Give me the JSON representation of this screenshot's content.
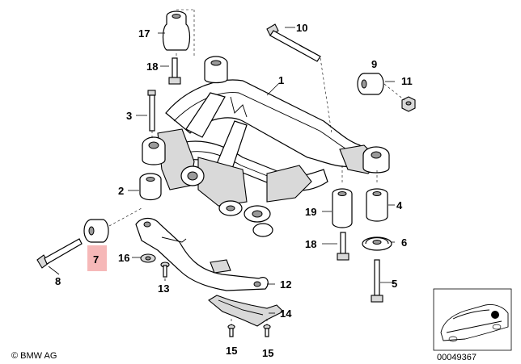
{
  "callouts": {
    "p1": "1",
    "p2": "2",
    "p3": "3",
    "p4": "4",
    "p5": "5",
    "p6": "6",
    "p7": "7",
    "p8": "8",
    "p9": "9",
    "p10": "10",
    "p11": "11",
    "p12": "12",
    "p13": "13",
    "p14": "14",
    "p15a": "15",
    "p15b": "15",
    "p16": "16",
    "p17": "17",
    "p18a": "18",
    "p18b": "18",
    "p19": "19"
  },
  "highlighted_part": "7",
  "colors": {
    "highlight": "#f6b8b8",
    "line": "#000000",
    "shade": "#d9d9d9"
  },
  "footer": {
    "copyright": "© BMW AG",
    "diagram_number": "00049367"
  }
}
